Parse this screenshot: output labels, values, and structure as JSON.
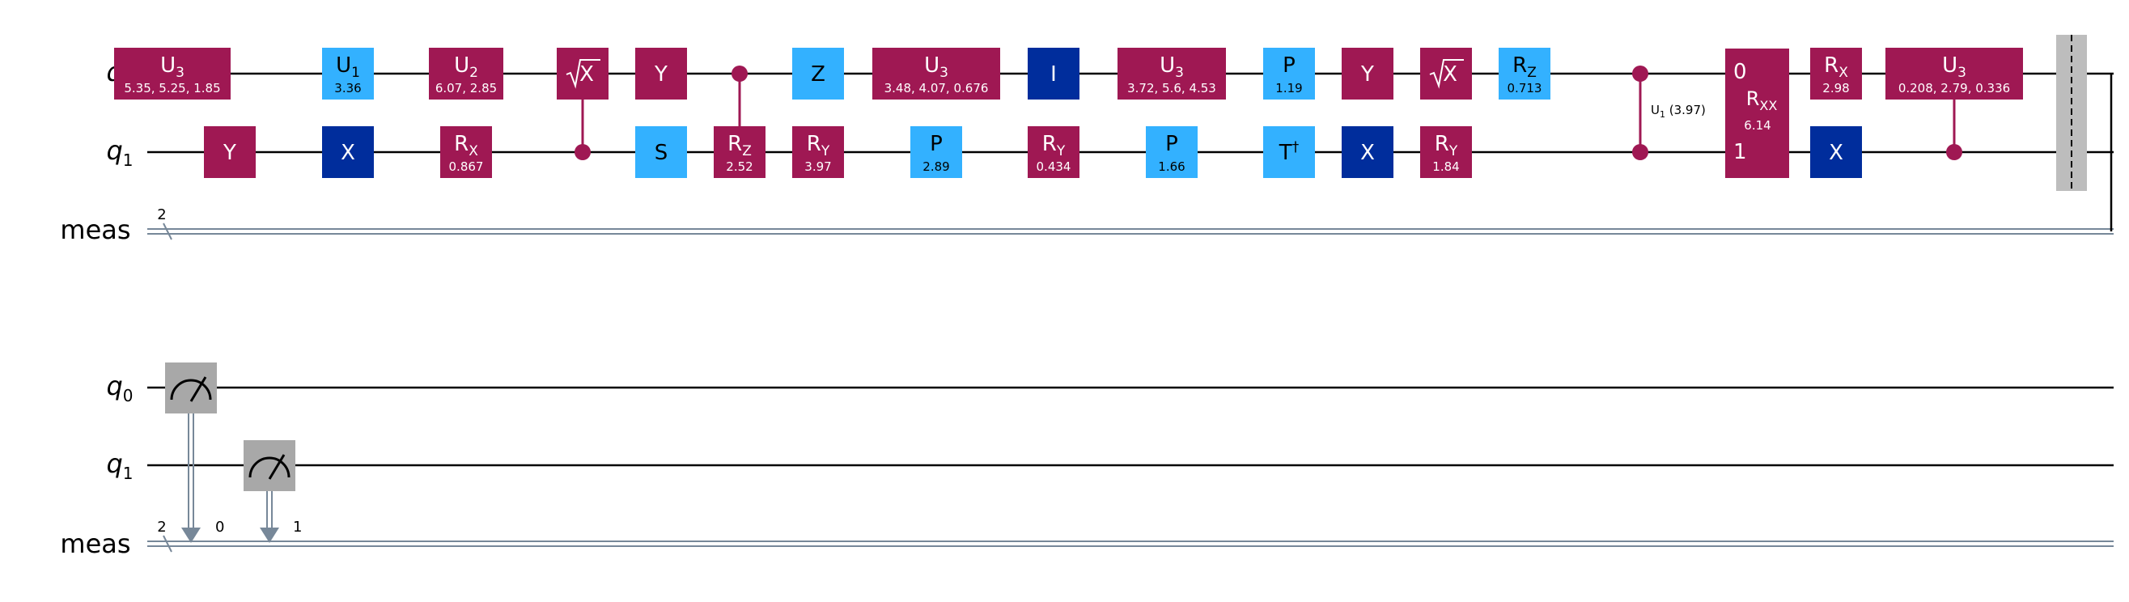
{
  "colors": {
    "wire": "#000000",
    "classical_wire": "#778899",
    "gate_magenta": "#9f1853",
    "gate_light_blue": "#33b1ff",
    "gate_dark_blue": "#002d9c",
    "measure_box": "#a8a8a8",
    "barrier": "#bdbdbd",
    "text_on_dark": "#ffffff",
    "text_on_light": "#000000"
  },
  "registers": {
    "q0": {
      "letter": "q",
      "sub": "0"
    },
    "q1": {
      "letter": "q",
      "sub": "1"
    },
    "meas": "meas",
    "meas_size": "2"
  },
  "gates": [
    {
      "id": "g-u3-a",
      "main": "U",
      "sub": "3",
      "param": "5.35, 5.25, 1.85",
      "color": "gate_magenta",
      "icon": ""
    },
    {
      "id": "g-y-a",
      "main": "Y",
      "sub": "",
      "param": "",
      "color": "gate_magenta",
      "icon": ""
    },
    {
      "id": "g-u1-a",
      "main": "U",
      "sub": "1",
      "param": "3.36",
      "color": "gate_light_blue",
      "icon": ""
    },
    {
      "id": "g-x-a",
      "main": "X",
      "sub": "",
      "param": "",
      "color": "gate_dark_blue",
      "icon": ""
    },
    {
      "id": "g-u2-a",
      "main": "U",
      "sub": "2",
      "param": "6.07, 2.85",
      "color": "gate_magenta",
      "icon": ""
    },
    {
      "id": "g-rx-a",
      "main": "R",
      "sub": "X",
      "param": "0.867",
      "color": "gate_magenta",
      "icon": ""
    },
    {
      "id": "g-sx-a",
      "main": "X",
      "sub": "",
      "param": "",
      "color": "gate_magenta",
      "icon": "sqrt-symbol"
    },
    {
      "id": "g-y-b",
      "main": "Y",
      "sub": "",
      "param": "",
      "color": "gate_magenta",
      "icon": ""
    },
    {
      "id": "g-s-a",
      "main": "S",
      "sub": "",
      "param": "",
      "color": "gate_light_blue",
      "icon": ""
    },
    {
      "id": "g-rz-a",
      "main": "R",
      "sub": "Z",
      "param": "2.52",
      "color": "gate_magenta",
      "icon": ""
    },
    {
      "id": "g-ry-a",
      "main": "R",
      "sub": "Y",
      "param": "3.97",
      "color": "gate_magenta",
      "icon": ""
    },
    {
      "id": "g-z-a",
      "main": "Z",
      "sub": "",
      "param": "",
      "color": "gate_light_blue",
      "icon": ""
    },
    {
      "id": "g-u3-b",
      "main": "U",
      "sub": "3",
      "param": "3.48, 4.07, 0.676",
      "color": "gate_magenta",
      "icon": ""
    },
    {
      "id": "g-p-a",
      "main": "P",
      "sub": "",
      "param": "2.89",
      "color": "gate_light_blue",
      "icon": ""
    },
    {
      "id": "g-i-a",
      "main": "I",
      "sub": "",
      "param": "",
      "color": "gate_dark_blue",
      "icon": ""
    },
    {
      "id": "g-ry-b",
      "main": "R",
      "sub": "Y",
      "param": "0.434",
      "color": "gate_magenta",
      "icon": ""
    },
    {
      "id": "g-u3-c",
      "main": "U",
      "sub": "3",
      "param": "3.72, 5.6, 4.53",
      "color": "gate_magenta",
      "icon": ""
    },
    {
      "id": "g-p-b",
      "main": "P",
      "sub": "",
      "param": "1.66",
      "color": "gate_light_blue",
      "icon": ""
    },
    {
      "id": "g-p-c",
      "main": "P",
      "sub": "",
      "param": "1.19",
      "color": "gate_light_blue",
      "icon": ""
    },
    {
      "id": "g-tdg-a",
      "main": "T",
      "sub": "",
      "param": "",
      "color": "gate_light_blue",
      "icon": "dagger"
    },
    {
      "id": "g-y-c",
      "main": "Y",
      "sub": "",
      "param": "",
      "color": "gate_magenta",
      "icon": ""
    },
    {
      "id": "g-x-b",
      "main": "X",
      "sub": "",
      "param": "",
      "color": "gate_dark_blue",
      "icon": ""
    },
    {
      "id": "g-sx-b",
      "main": "X",
      "sub": "",
      "param": "",
      "color": "gate_magenta",
      "icon": "sqrt-symbol"
    },
    {
      "id": "g-ry-c",
      "main": "R",
      "sub": "Y",
      "param": "1.84",
      "color": "gate_magenta",
      "icon": ""
    },
    {
      "id": "g-rz-b",
      "main": "R",
      "sub": "Z",
      "param": "0.713",
      "color": "gate_light_blue",
      "icon": ""
    },
    {
      "id": "g-rx-b",
      "main": "R",
      "sub": "X",
      "param": "2.98",
      "color": "gate_magenta",
      "icon": ""
    },
    {
      "id": "g-x-c",
      "main": "X",
      "sub": "",
      "param": "",
      "color": "gate_dark_blue",
      "icon": ""
    },
    {
      "id": "g-u3-d",
      "main": "U",
      "sub": "3",
      "param": "0.208, 2.79, 0.336",
      "color": "gate_magenta",
      "icon": ""
    }
  ],
  "controlled_u1": {
    "main": "U",
    "sub": "1",
    "param": "(3.97)"
  },
  "rxx": {
    "main": "R",
    "sub": "XX",
    "param": "6.14",
    "port0": "0",
    "port1": "1"
  },
  "measure_labels": [
    "0",
    "1"
  ]
}
